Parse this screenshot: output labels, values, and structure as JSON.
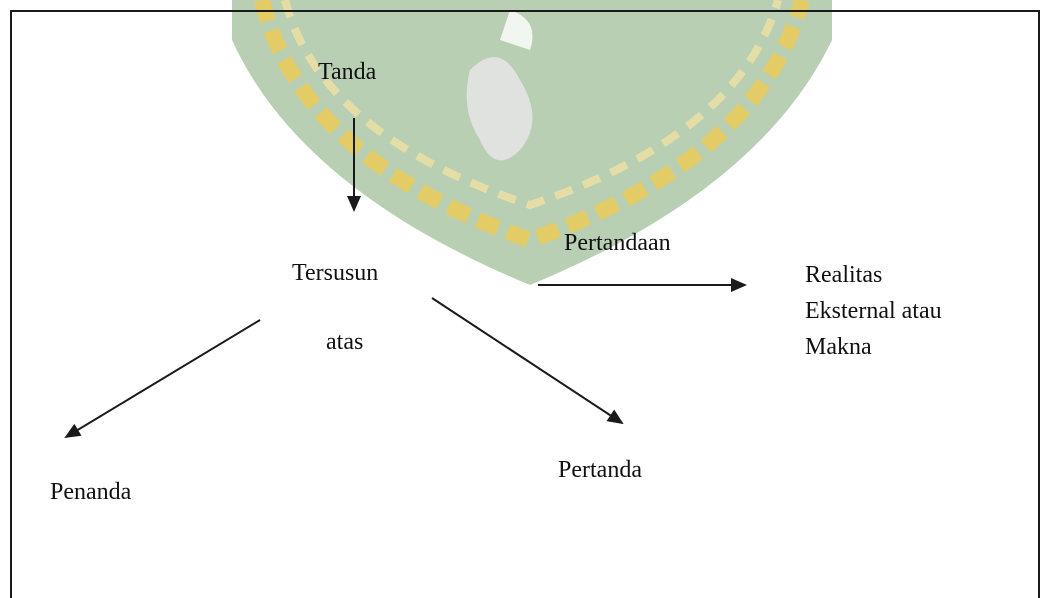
{
  "diagram": {
    "sign": "Tanda",
    "composed": "Tersusun",
    "of": "atas",
    "signification": "Pertandaan",
    "reality_line1": "Realitas",
    "reality_line2": "Eksternal atau",
    "reality_line3": "Makna",
    "signified": "Pertanda",
    "signifier": "Penanda"
  },
  "colors": {
    "line": "#1a1a1a",
    "watermark_green": "#7fa877",
    "watermark_gold": "#f2c94c"
  }
}
